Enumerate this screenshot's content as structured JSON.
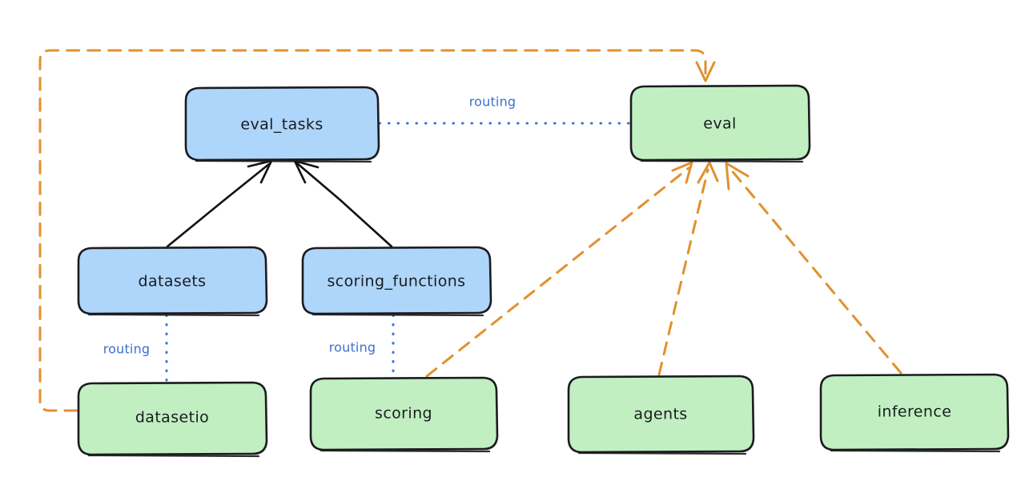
{
  "diagram": {
    "type": "flow-graph",
    "style": "hand-drawn-sketch",
    "background_color": "#ffffff",
    "colors": {
      "api_node_fill": "#aed6fa",
      "provider_node_fill": "#c1efc2",
      "node_stroke": "#1b1b1f",
      "routing_edge": "#3a77d0",
      "dependency_edge": "#e1912f",
      "composition_edge": "#111114"
    },
    "nodes": [
      {
        "id": "eval_tasks",
        "label": "eval_tasks",
        "kind": "api",
        "fill": "#aed6fa"
      },
      {
        "id": "eval",
        "label": "eval",
        "kind": "provider",
        "fill": "#c1efc2"
      },
      {
        "id": "datasets",
        "label": "datasets",
        "kind": "api",
        "fill": "#aed6fa"
      },
      {
        "id": "scoring_functions",
        "label": "scoring_functions",
        "kind": "api",
        "fill": "#aed6fa"
      },
      {
        "id": "datasetio",
        "label": "datasetio",
        "kind": "provider",
        "fill": "#c1efc2"
      },
      {
        "id": "scoring",
        "label": "scoring",
        "kind": "provider",
        "fill": "#c1efc2"
      },
      {
        "id": "agents",
        "label": "agents",
        "kind": "provider",
        "fill": "#c1efc2"
      },
      {
        "id": "inference",
        "label": "inference",
        "kind": "provider",
        "fill": "#c1efc2"
      }
    ],
    "edges": [
      {
        "from": "eval_tasks",
        "to": "eval",
        "label": "routing",
        "style": "dotted",
        "color": "#3a77d0",
        "arrow": false
      },
      {
        "from": "datasets",
        "to": "datasetio",
        "label": "routing",
        "style": "dotted",
        "color": "#3a77d0",
        "arrow": false
      },
      {
        "from": "scoring_functions",
        "to": "scoring",
        "label": "routing",
        "style": "dotted",
        "color": "#3a77d0",
        "arrow": false
      },
      {
        "from": "datasets",
        "to": "eval_tasks",
        "label": "",
        "style": "solid",
        "color": "#111114",
        "arrow": true
      },
      {
        "from": "scoring_functions",
        "to": "eval_tasks",
        "label": "",
        "style": "solid",
        "color": "#111114",
        "arrow": true
      },
      {
        "from": "datasetio",
        "to": "eval",
        "label": "",
        "style": "dashed",
        "color": "#e1912f",
        "arrow": true
      },
      {
        "from": "scoring",
        "to": "eval",
        "label": "",
        "style": "dashed",
        "color": "#e1912f",
        "arrow": true
      },
      {
        "from": "agents",
        "to": "eval",
        "label": "",
        "style": "dashed",
        "color": "#e1912f",
        "arrow": true
      },
      {
        "from": "inference",
        "to": "eval",
        "label": "",
        "style": "dashed",
        "color": "#e1912f",
        "arrow": true
      }
    ],
    "edge_labels": {
      "eval_tasks_to_eval": "routing",
      "datasets_to_datasetio": "routing",
      "scoring_functions_to_scoring": "routing"
    }
  }
}
